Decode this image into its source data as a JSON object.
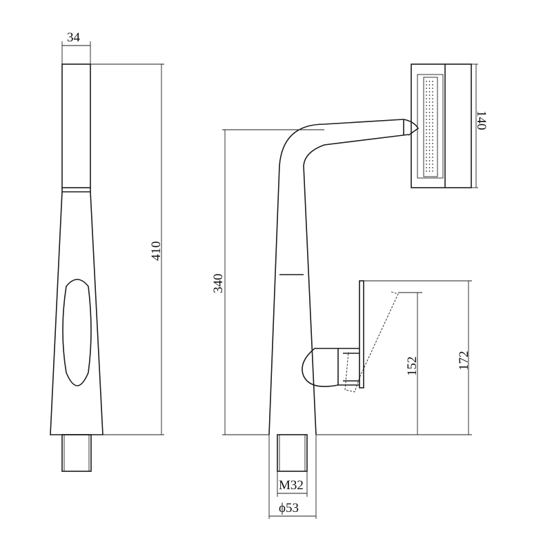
{
  "drawing": {
    "line_color": "#1a1a1a",
    "background": "#ffffff",
    "dimensions": {
      "width_34": "34",
      "height_410": "410",
      "height_340": "340",
      "head_140": "140",
      "handle_152": "152",
      "handle_172": "172",
      "thread_m32": "M32",
      "base_dia_53": "ϕ53"
    }
  }
}
